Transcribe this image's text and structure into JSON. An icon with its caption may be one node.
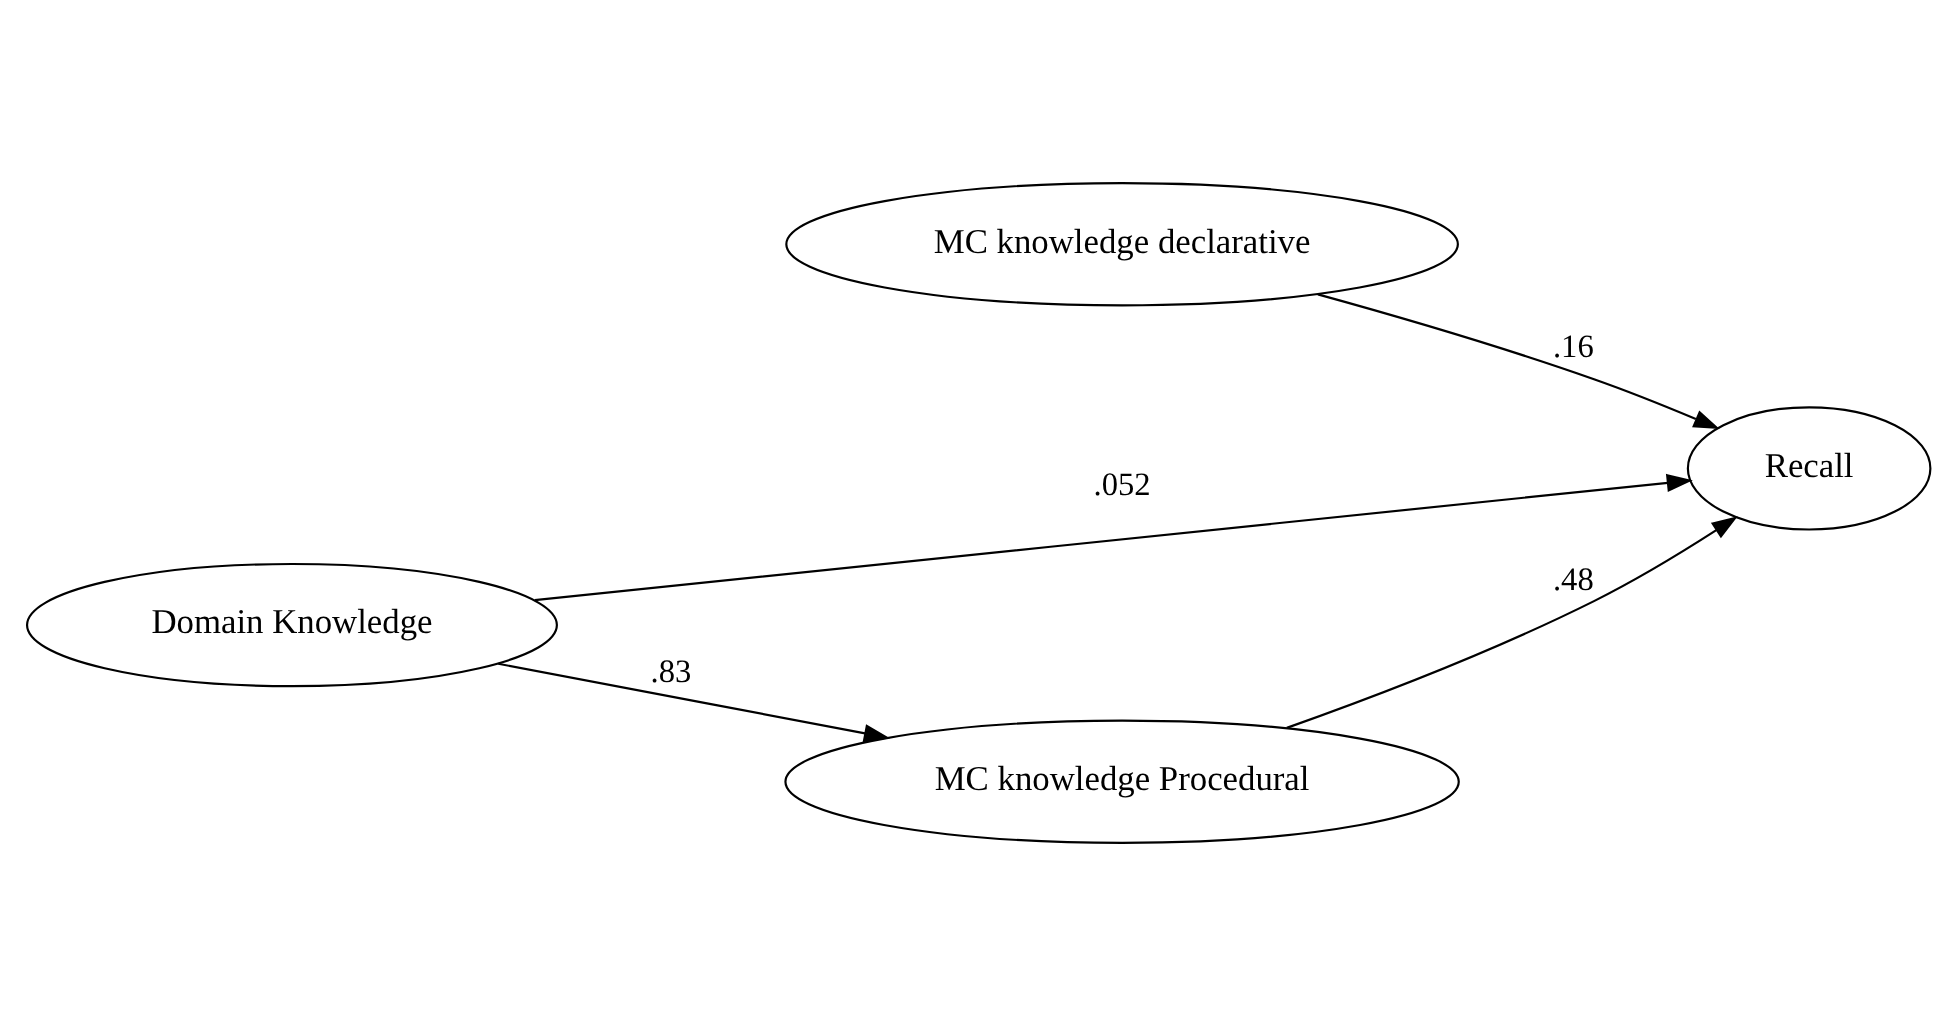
{
  "diagram": {
    "nodes": [
      {
        "text": [
          "MC knowledge declarative"
        ]
      },
      {
        "text": [
          "Domain Knowledge"
        ]
      },
      {
        "text": [
          "Recall"
        ]
      },
      {
        "text": [
          "MC knowledge Procedural"
        ]
      }
    ],
    "edges": [
      {
        "from": 0,
        "to": 2,
        "arrow": "to",
        "label": ".16"
      },
      {
        "from": 1,
        "to": 2,
        "arrow": "to",
        "label": ".052"
      },
      {
        "from": 1,
        "to": 3,
        "arrow": "to",
        "label": ".83"
      },
      {
        "from": 3,
        "to": 2,
        "arrow": "to",
        "label": ".48"
      }
    ]
  }
}
